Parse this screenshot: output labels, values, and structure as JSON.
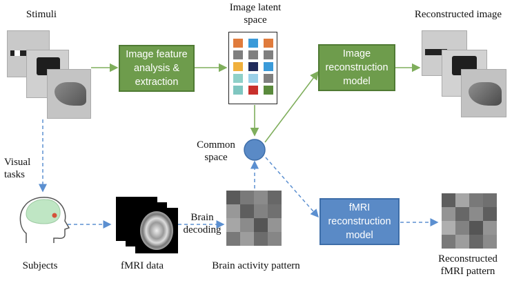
{
  "labels": {
    "stimuli": "Stimuli",
    "latent_line1": "Image latent",
    "latent_line2": "space",
    "reconstructed_image": "Reconstructed image",
    "common_line1": "Common",
    "common_line2": "space",
    "visual_line1": "Visual",
    "visual_line2": "tasks",
    "brain_line1": "Brain",
    "brain_line2": "decoding",
    "subjects": "Subjects",
    "fmri_data": "fMRI data",
    "brain_activity": "Brain activity pattern",
    "recon_fmri_line1": "Reconstructed",
    "recon_fmri_line2": "fMRI pattern"
  },
  "boxes": {
    "feature": [
      "Image feature",
      "analysis &",
      "extraction"
    ],
    "image_recon": [
      "Image",
      "reconstruction",
      "model"
    ],
    "fmri_recon": [
      "fMRI",
      "reconstruction",
      "model"
    ]
  },
  "colors": {
    "green_box": "#6e9c4c",
    "blue_box": "#5a8ac6",
    "green_arrow": "#7fae5c",
    "blue_dashed": "#5b8fd0",
    "common_space": "#5a8ac6"
  },
  "latent_swatches": [
    "#e07b3c",
    "#3a9ad9",
    "#e07b3c",
    "#7f7f7f",
    "#7f7f7f",
    "#7f7f7f",
    "#f0b03c",
    "#1f2a5a",
    "#3a9ad9",
    "#8fd0c8",
    "#9ad0e8",
    "#7f7f7f",
    "#7fc6c0",
    "#c8302c",
    "#5a8a3c"
  ],
  "pattern_left": [
    0.28,
    0.45,
    0.55,
    0.35,
    0.62,
    0.3,
    0.5,
    0.4,
    0.7,
    0.55,
    0.25,
    0.6,
    0.45,
    0.65,
    0.38,
    0.52
  ],
  "pattern_right": [
    0.3,
    0.7,
    0.45,
    0.4,
    0.6,
    0.35,
    0.55,
    0.3,
    0.75,
    0.5,
    0.25,
    0.6,
    0.45,
    0.65,
    0.35,
    0.55
  ]
}
